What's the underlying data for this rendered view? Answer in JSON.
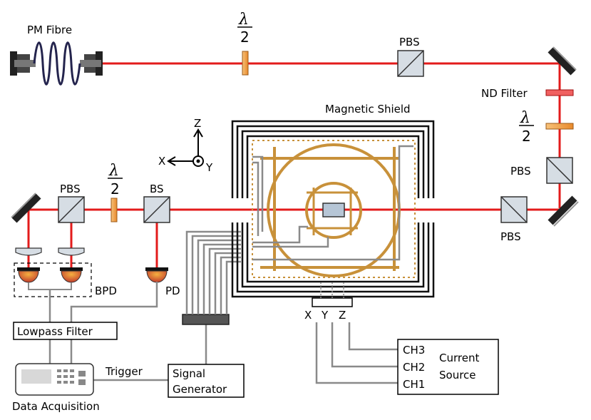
{
  "labels": {
    "pm_fibre": "PM Fibre",
    "pbs": "PBS",
    "bs": "BS",
    "nd_filter": "ND Filter",
    "magnetic_shield": "Magnetic Shield",
    "bpd": "BPD",
    "pd": "PD",
    "lowpass_filter": "Lowpass Filter",
    "data_acquisition": "Data Acquisition",
    "trigger": "Trigger",
    "signal_generator_line1": "Signal",
    "signal_generator_line2": "Generator",
    "current_source_line1": "Current",
    "current_source_line2": "Source",
    "ch1": "CH1",
    "ch2": "CH2",
    "ch3": "CH3",
    "axis_x": "X",
    "axis_y": "Y",
    "axis_z": "Z",
    "coil_x": "X",
    "coil_y": "Y",
    "coil_z": "Z",
    "lambda": "λ",
    "half": "2"
  },
  "colors": {
    "beam": "#e31b1b",
    "coil": "#c8913a",
    "waveplate": "#f0a04b",
    "wire": "#8a8a8a"
  }
}
